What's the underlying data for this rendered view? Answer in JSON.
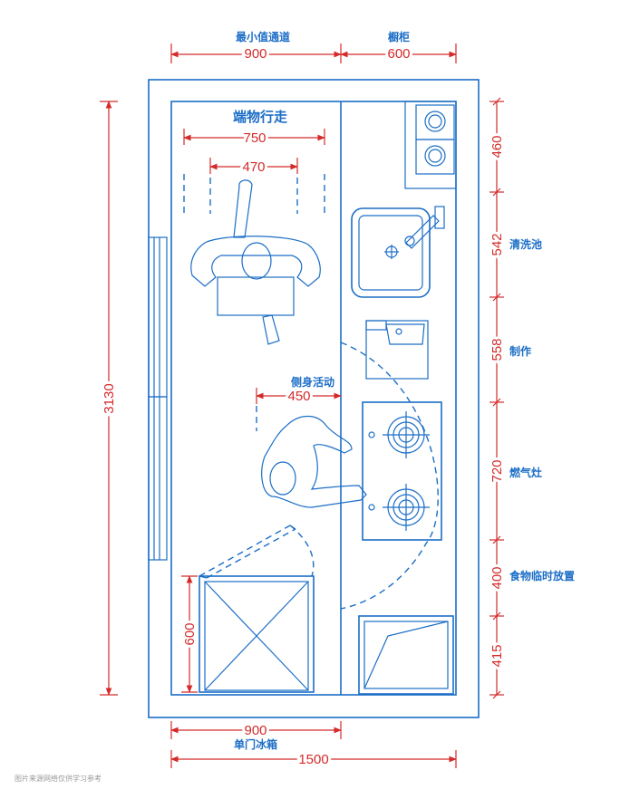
{
  "labels": {
    "min_aisle": "最小值通道",
    "cabinet": "橱柜",
    "pass_walk": "端物行走",
    "side_move": "侧身活动",
    "sink": "清洗池",
    "prep": "制作",
    "stove": "燃气灶",
    "temp_storage": "食物临时放置",
    "fridge": "单门冰箱"
  },
  "dims": {
    "top_aisle": "900",
    "top_cabinet": "600",
    "walk_outer": "750",
    "walk_inner": "470",
    "side_move": "450",
    "total_height": "3130",
    "fridge_depth": "600",
    "bottom_fridge": "900",
    "bottom_total": "1500",
    "r_460": "460",
    "r_542": "542",
    "r_558": "558",
    "r_720": "720",
    "r_400": "400",
    "r_415": "415"
  },
  "watermark": "图片来源网络仅供学习参考",
  "colors": {
    "line": "#1c6ec6",
    "dimension": "#d42a2a"
  }
}
